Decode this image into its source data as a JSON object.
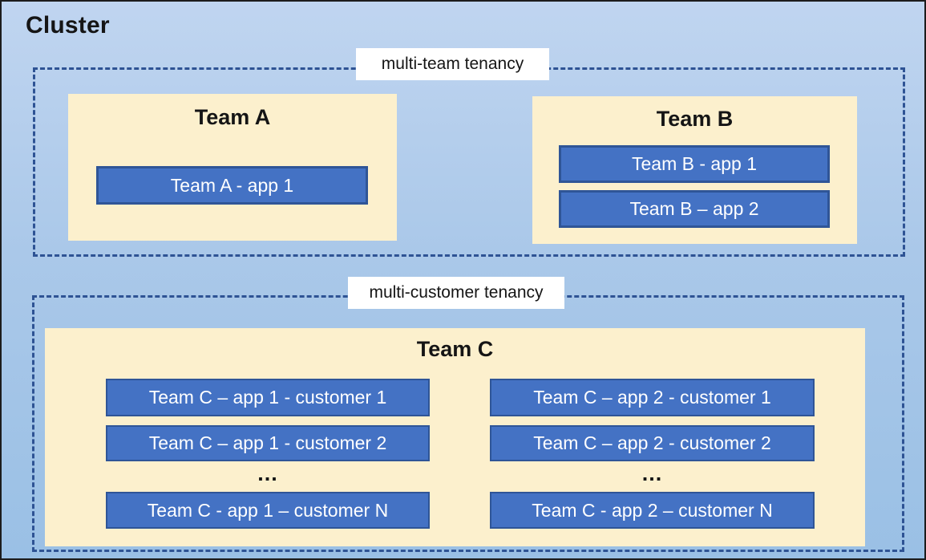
{
  "cluster": {
    "title": "Cluster"
  },
  "sections": {
    "multi_team": {
      "label": "multi-team tenancy"
    },
    "multi_customer": {
      "label": "multi-customer tenancy"
    }
  },
  "teams": {
    "a": {
      "name": "Team A",
      "apps": [
        "Team A - app 1"
      ]
    },
    "b": {
      "name": "Team B",
      "apps": [
        "Team B - app 1",
        "Team B – app 2"
      ]
    },
    "c": {
      "name": "Team C",
      "col1": [
        "Team C – app 1 - customer 1",
        "Team C – app 1 - customer 2",
        "Team C - app 1 – customer N"
      ],
      "col2": [
        "Team C – app 2 - customer 1",
        "Team C – app 2 - customer 2",
        "Team C - app 2 – customer N"
      ],
      "ellipsis": "..."
    }
  },
  "colors": {
    "background_top": "#c0d5f0",
    "background_bottom": "#9ac0e5",
    "team_fill": "#fcf0cd",
    "app_fill": "#4472c4",
    "app_border": "#2f5597",
    "dashed_border": "#2e5394",
    "label_background": "#ffffff",
    "text_dark": "#151515",
    "text_light": "#ffffff"
  }
}
